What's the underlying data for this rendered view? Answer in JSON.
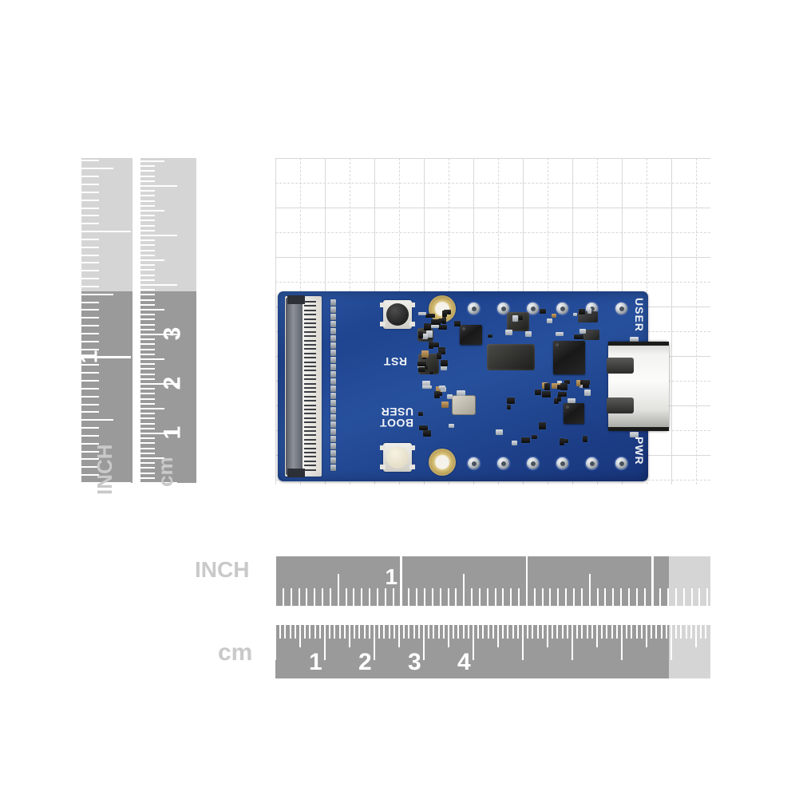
{
  "page": {
    "background": "#ffffff",
    "grid_line_color": "#d8d8d8"
  },
  "vertical_ruler": {
    "inch": {
      "caption": "INCH",
      "numbers": [
        "1"
      ],
      "light_color": "#d5d5d5",
      "dark_color": "#9a9a9a",
      "tick_color": "#ffffff"
    },
    "cm": {
      "caption": "cm",
      "numbers": [
        "1",
        "2",
        "3"
      ],
      "light_color": "#d5d5d5",
      "dark_color": "#9a9a9a",
      "tick_color": "#ffffff"
    }
  },
  "horizontal_ruler": {
    "inch": {
      "caption": "INCH",
      "numbers": [
        "1"
      ],
      "light_color": "#d5d5d5",
      "dark_color": "#9a9a9a",
      "tick_color": "#ffffff"
    },
    "cm": {
      "caption": "cm",
      "numbers": [
        "1",
        "2",
        "3",
        "4"
      ],
      "light_color": "#d5d5d5",
      "dark_color": "#9a9a9a",
      "tick_color": "#ffffff"
    }
  },
  "board": {
    "pcb_color": "#1f4490",
    "silkscreen_color": "#f2f4f7",
    "labels": {
      "rst": "RST",
      "boot": "BOOT",
      "user_button": "USER",
      "user_led": "USER",
      "pwr_led": "PWR"
    },
    "connectors": {
      "fpc": "fpc-connector",
      "usb": "usb-c-connector"
    }
  },
  "icons": {
    "mounting_hole": "mounting-hole-icon",
    "through_hole_pad": "through-hole-pad-icon",
    "tactile_button": "tactile-button-icon",
    "crystal": "crystal-oscillator-icon"
  }
}
